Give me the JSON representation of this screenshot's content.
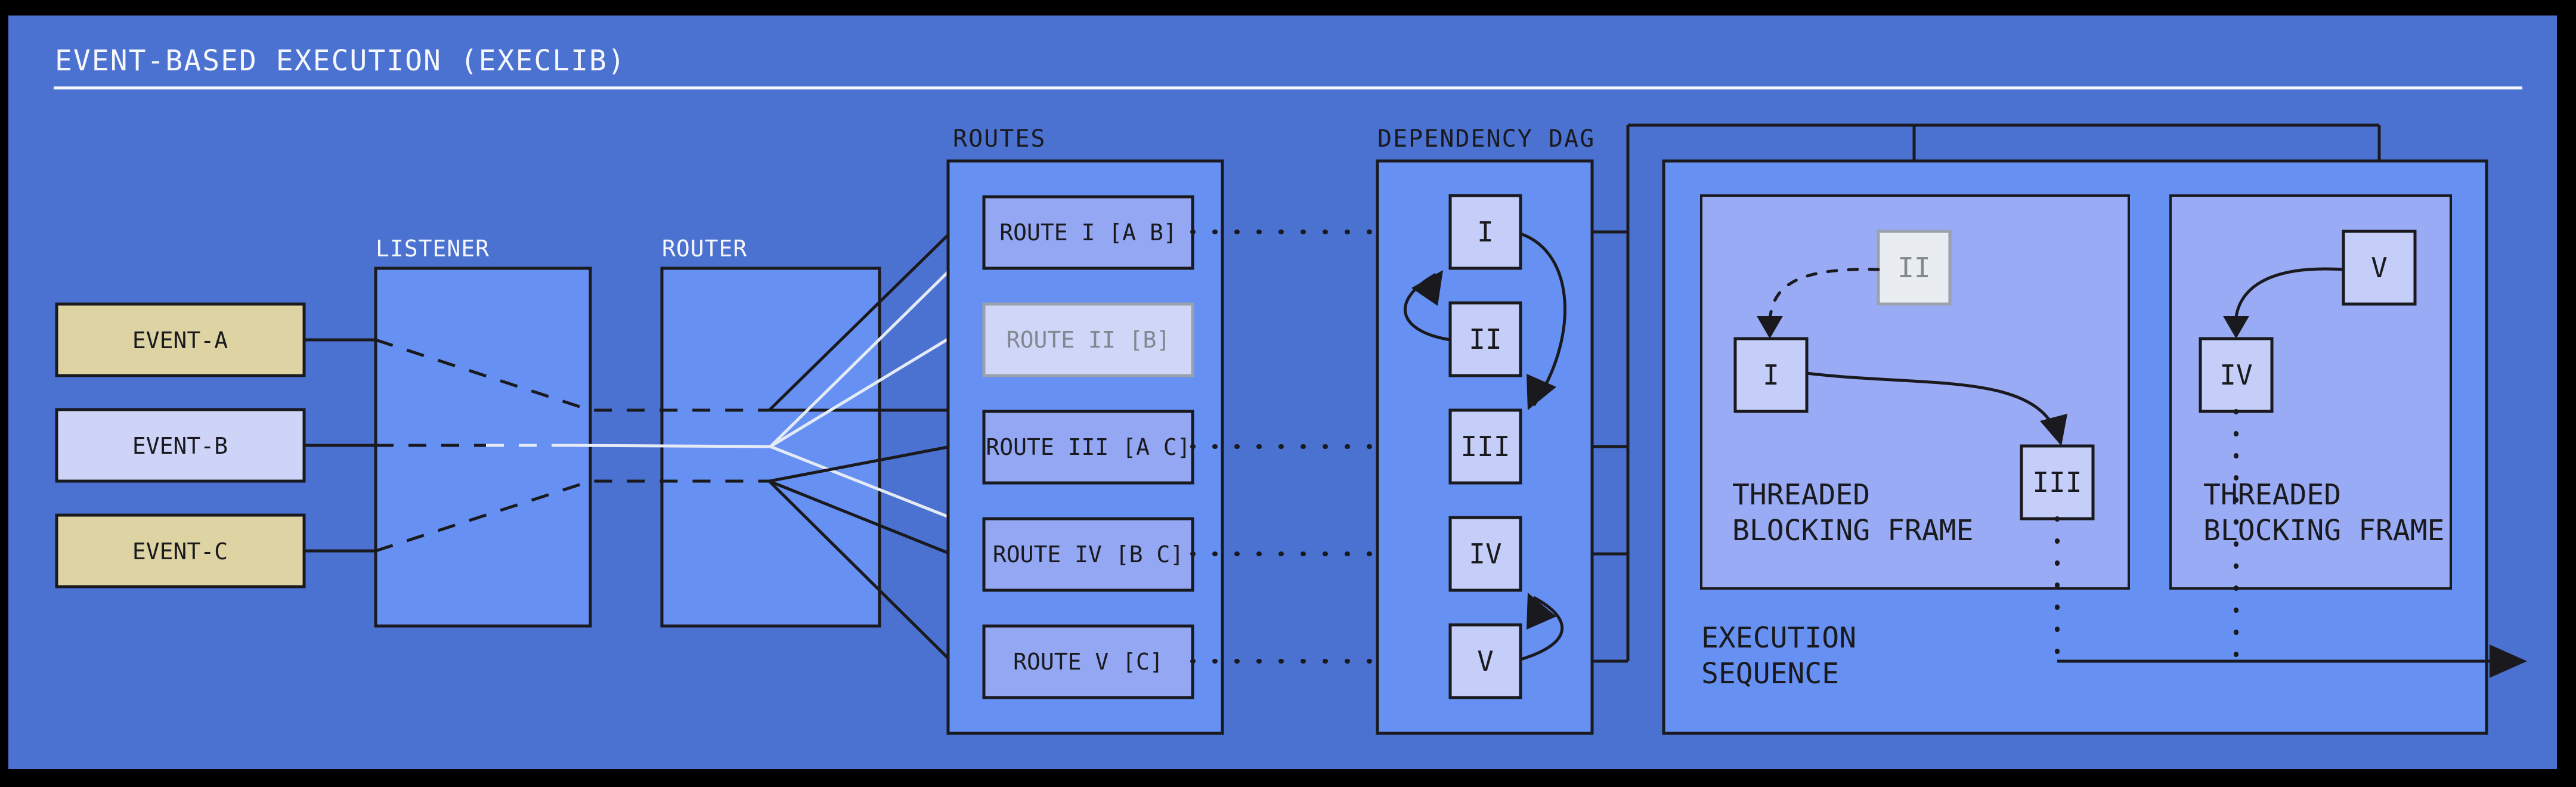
{
  "title": "EVENT-BASED EXECUTION (EXECLIB)",
  "colors": {
    "page_bg": "#4b72d1",
    "panel_bg": "#6690f2",
    "frame_bg": "#98abf4",
    "node_fill": "#c4cef9",
    "route_fill": "#93a7f3",
    "event_tan": "#ded4a3",
    "event_lavender": "#cdd4f7",
    "dim_fill": "#e9ecf0",
    "dim_route_fill": "#cfd6f8",
    "dim_stroke": "#9aa1ad",
    "dim_text": "#82888f",
    "ink": "#1a1a1e",
    "light_line": "#e4eaf6",
    "white_text": "#f5f7fb"
  },
  "events": [
    {
      "label": "EVENT-A"
    },
    {
      "label": "EVENT-B"
    },
    {
      "label": "EVENT-C"
    }
  ],
  "listener": {
    "label": "LISTENER"
  },
  "router": {
    "label": "ROUTER"
  },
  "routes": {
    "label": "ROUTES",
    "items": [
      {
        "label": "ROUTE I [A B]",
        "dimmed": false
      },
      {
        "label": "ROUTE II [B]",
        "dimmed": true
      },
      {
        "label": "ROUTE III [A C]",
        "dimmed": false
      },
      {
        "label": "ROUTE IV [B C]",
        "dimmed": false
      },
      {
        "label": "ROUTE V [C]",
        "dimmed": false
      }
    ]
  },
  "depicted_connections": {
    "event_a_to_routes": [
      "I",
      "III"
    ],
    "event_b_to_routes": [
      "I",
      "II",
      "IV"
    ],
    "event_c_to_routes": [
      "III",
      "IV",
      "V"
    ]
  },
  "dag": {
    "label": "DEPENDENCY DAG",
    "nodes": [
      "I",
      "II",
      "III",
      "IV",
      "V"
    ],
    "edges": [
      "II->I",
      "I->III",
      "V->IV"
    ]
  },
  "execution": {
    "label_line1": "EXECUTION",
    "label_line2": "SEQUENCE",
    "frames": [
      {
        "line1": "THREADED",
        "line2": "BLOCKING FRAME",
        "nodes": [
          "II",
          "I",
          "III"
        ],
        "dimmed_node": "II"
      },
      {
        "line1": "THREADED",
        "line2": "BLOCKING FRAME",
        "nodes": [
          "V",
          "IV"
        ],
        "dimmed_node": null
      }
    ]
  }
}
